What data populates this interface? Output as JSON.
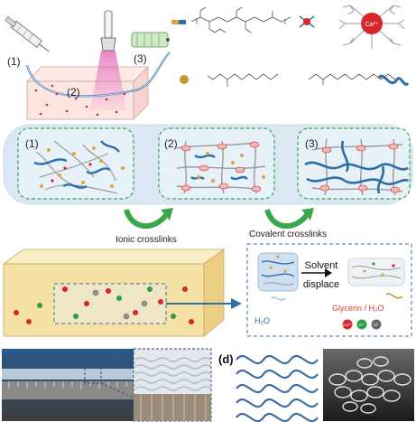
{
  "process": {
    "steps": [
      "(1)",
      "(2)",
      "(3)"
    ]
  },
  "stages": [
    "(1)",
    "(2)",
    "(3)"
  ],
  "arrows": {
    "ionic": "Ionic crosslinks",
    "covalent": "Covalent crosslinks"
  },
  "displacement": {
    "arrow_line1": "Solvent",
    "arrow_line2": "displace",
    "water": "H₂O",
    "glycerin": "Glycerin / H₂O",
    "ions": [
      "Ca²⁺",
      "K⁺",
      "Cl⁻"
    ]
  },
  "chemistry": {
    "ion_center": "Ca²⁺"
  },
  "panels": {
    "d": "(d)"
  },
  "colors": {
    "chain_blue": "#2e6fa8",
    "gel_gray": "#9a9a9a",
    "bead_orange": "#e0a33a",
    "red_dot": "#d8262c",
    "green_dot": "#2f9d48",
    "frame_green": "#3aa84a",
    "tube_fill": "#dbe8f3",
    "gel_yellow": "#f5e1a4"
  }
}
